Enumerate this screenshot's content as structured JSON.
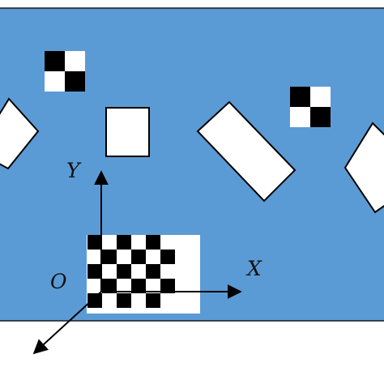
{
  "colors": {
    "background": "#5b9bd5",
    "panel_border": "#1a1a1a",
    "shape_fill": "#ffffff",
    "shape_stroke": "#000000",
    "checker_dark": "#000000",
    "checker_light": "#ffffff",
    "axis": "#000000"
  },
  "axes": {
    "origin_label": "O",
    "x_label": "X",
    "y_label": "Y"
  },
  "checkerboard": {
    "rows": 5,
    "cols": 6
  },
  "markers": [
    {
      "name": "marker-2x2-top-left",
      "rows": 2,
      "cols": 2,
      "first_dark": true
    },
    {
      "name": "marker-2x2-right",
      "rows": 2,
      "cols": 2,
      "first_dark": true
    }
  ]
}
